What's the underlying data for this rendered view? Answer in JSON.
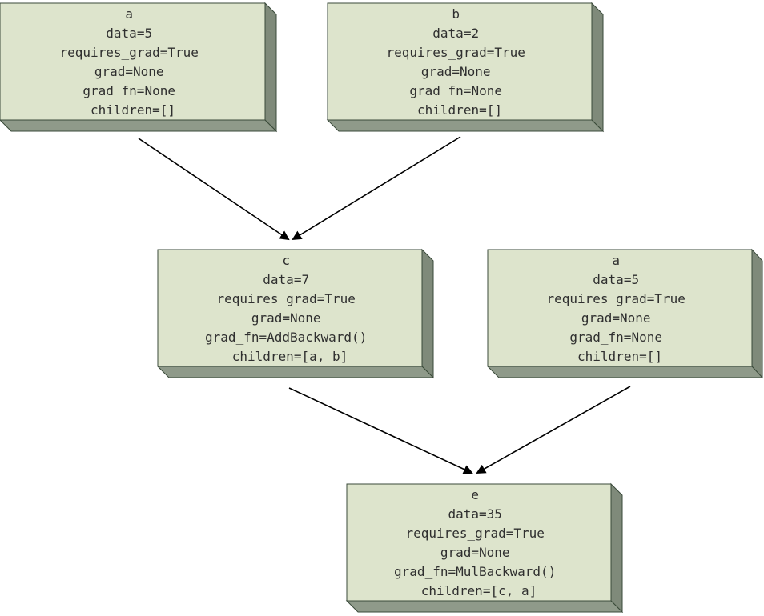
{
  "diagram": {
    "nodes": [
      {
        "id": "node-a-top",
        "lines": [
          "a",
          "data=5",
          "requires_grad=True",
          "grad=None",
          "grad_fn=None",
          "children=[]"
        ]
      },
      {
        "id": "node-b",
        "lines": [
          "b",
          "data=2",
          "requires_grad=True",
          "grad=None",
          "grad_fn=None",
          "children=[]"
        ]
      },
      {
        "id": "node-c",
        "lines": [
          "c",
          "data=7",
          "requires_grad=True",
          "grad=None",
          "grad_fn=AddBackward()",
          "children=[a, b]"
        ]
      },
      {
        "id": "node-a-mid",
        "lines": [
          "a",
          "data=5",
          "requires_grad=True",
          "grad=None",
          "grad_fn=None",
          "children=[]"
        ]
      },
      {
        "id": "node-e",
        "lines": [
          "e",
          "data=35",
          "requires_grad=True",
          "grad=None",
          "grad_fn=MulBackward()",
          "children=[c, a]"
        ]
      }
    ],
    "edges": [
      {
        "from": "node-a-top",
        "to": "node-c"
      },
      {
        "from": "node-b",
        "to": "node-c"
      },
      {
        "from": "node-c",
        "to": "node-e"
      },
      {
        "from": "node-a-mid",
        "to": "node-e"
      }
    ]
  }
}
